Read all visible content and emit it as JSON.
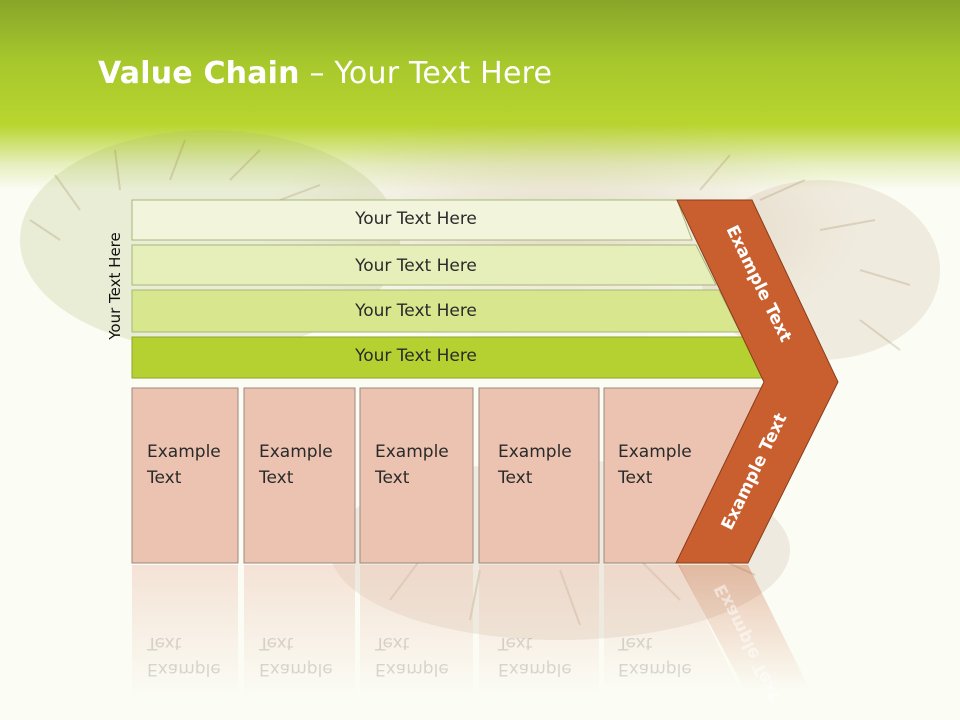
{
  "title": {
    "bold": "Value Chain",
    "rest": " – Your Text Here"
  },
  "side_label": "Your Text Here",
  "support_rows": [
    "Your Text Here",
    "Your Text Here",
    "Your Text Here",
    "Your Text Here"
  ],
  "primary_cells": [
    "Example\nText",
    "Example\nText",
    "Example\nText",
    "Example\nText",
    "Example\nText"
  ],
  "arrow_top_label": "Example Text",
  "arrow_bottom_label": "Example Text",
  "colors": {
    "header": "#a6c72c",
    "row1": "#f2f5dc",
    "row2": "#e6eeb9",
    "row3": "#d8e68e",
    "row4": "#b5d131",
    "cell": "#ecc3b0",
    "arrow": "#c95f2f"
  }
}
